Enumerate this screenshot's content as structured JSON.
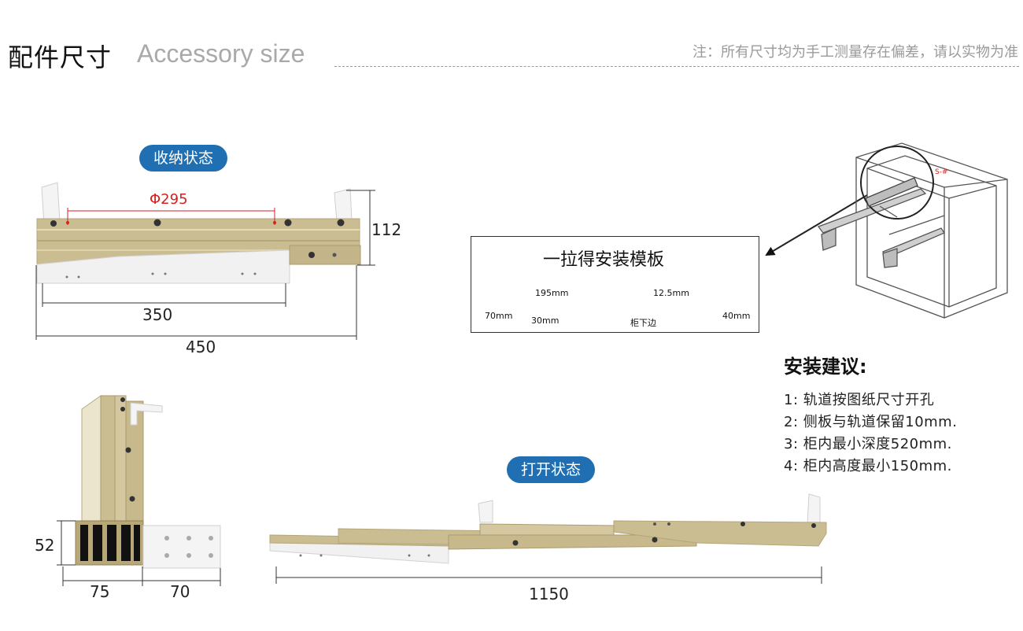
{
  "header": {
    "title_cn": "配件尺寸",
    "title_en": "Accessory size",
    "note": "注：所有尺寸均为手工测量存在偏差，请以实物为准"
  },
  "states": {
    "closed": "收纳状态",
    "open": "打开状态"
  },
  "dimensions": {
    "hole_spacing": "Φ295",
    "height_closed": "112",
    "inner_length": "350",
    "total_length": "450",
    "profile_height": "52",
    "profile_width": "75",
    "bracket_width": "70",
    "extended_length": "1150"
  },
  "template": {
    "title": "一拉得安装模板",
    "d195": "195mm",
    "d12_5": "12.5mm",
    "d70": "70mm",
    "d30": "30mm",
    "d40": "40mm",
    "bottom_label": "柜下边"
  },
  "cabinet": {
    "mark": "S-#"
  },
  "advice": {
    "title": "安装建议:",
    "items": [
      "1:  轨道按图纸尺寸开孔",
      "2:  侧板与轨道保留10mm.",
      "3:  柜内最小深度520mm.",
      "4:  柜内高度最小150mm."
    ]
  },
  "colors": {
    "accent_blue": "#1f6fb2",
    "rail_gold": "#cbbd92",
    "dimension_red": "#d62020"
  }
}
